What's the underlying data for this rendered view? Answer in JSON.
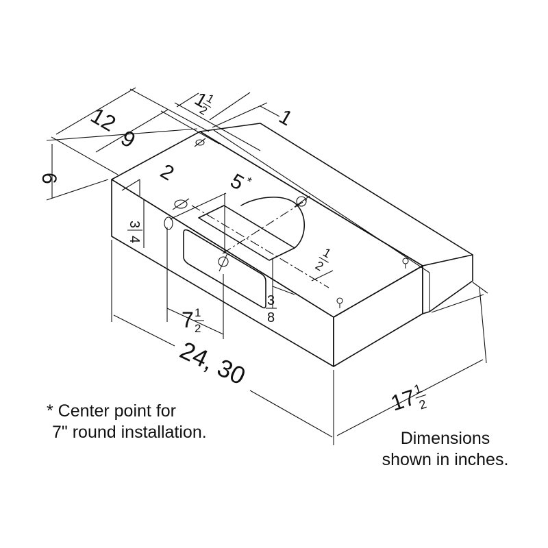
{
  "dimensions": {
    "depth_12": "12",
    "depth_9": "9",
    "height_6": "6",
    "inset_1_half_whole": "1",
    "inset_1_half_num": "1",
    "inset_1_half_den": "2",
    "inset_1": "1",
    "offset_2": "2",
    "center_5": "5",
    "center_5_mark": "*",
    "frac_3_4_num": "3",
    "frac_3_4_den": "4",
    "frac_1_2_num": "1",
    "frac_1_2_den": "2",
    "frac_3_8_num": "3",
    "frac_3_8_den": "8",
    "width_7_half_whole": "7",
    "width_7_half_num": "1",
    "width_7_half_den": "2",
    "width_main": "24, 30",
    "depth_17_half_whole": "17",
    "depth_17_half_num": "1",
    "depth_17_half_den": "2"
  },
  "notes": {
    "footnote_line1": "* Center point for",
    "footnote_line2": "7\" round installation.",
    "units_line1": "Dimensions",
    "units_line2": "shown in inches."
  }
}
